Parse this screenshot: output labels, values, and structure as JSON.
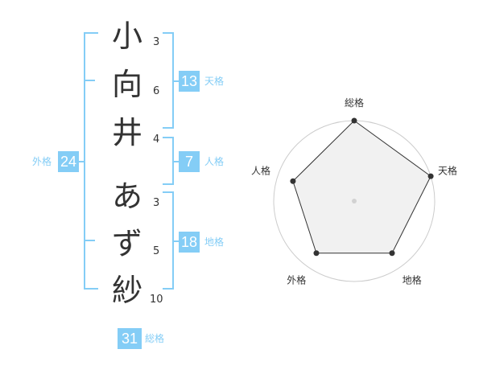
{
  "name": {
    "chars": [
      {
        "char": "小",
        "strokes": "3"
      },
      {
        "char": "向",
        "strokes": "6"
      },
      {
        "char": "井",
        "strokes": "4"
      },
      {
        "char": "あ",
        "strokes": "3"
      },
      {
        "char": "ず",
        "strokes": "5"
      },
      {
        "char": "紗",
        "strokes": "10"
      }
    ]
  },
  "kaku": {
    "tenkaku": {
      "value": "13",
      "label": "天格"
    },
    "jinkaku": {
      "value": "7",
      "label": "人格"
    },
    "chikaku": {
      "value": "18",
      "label": "地格"
    },
    "gaikaku": {
      "value": "24",
      "label": "外格"
    },
    "soukaku": {
      "value": "31",
      "label": "総格"
    }
  },
  "colors": {
    "accent": "#84cdf6",
    "text": "#333333",
    "radar_fill": "#f3f3f3",
    "radar_ring": "#cccccc"
  },
  "chart_data": {
    "type": "radar",
    "axes": [
      "総格",
      "天格",
      "地格",
      "外格",
      "人格"
    ],
    "levels": 5,
    "max": 5,
    "values": [
      5,
      5,
      4,
      4,
      4
    ]
  }
}
